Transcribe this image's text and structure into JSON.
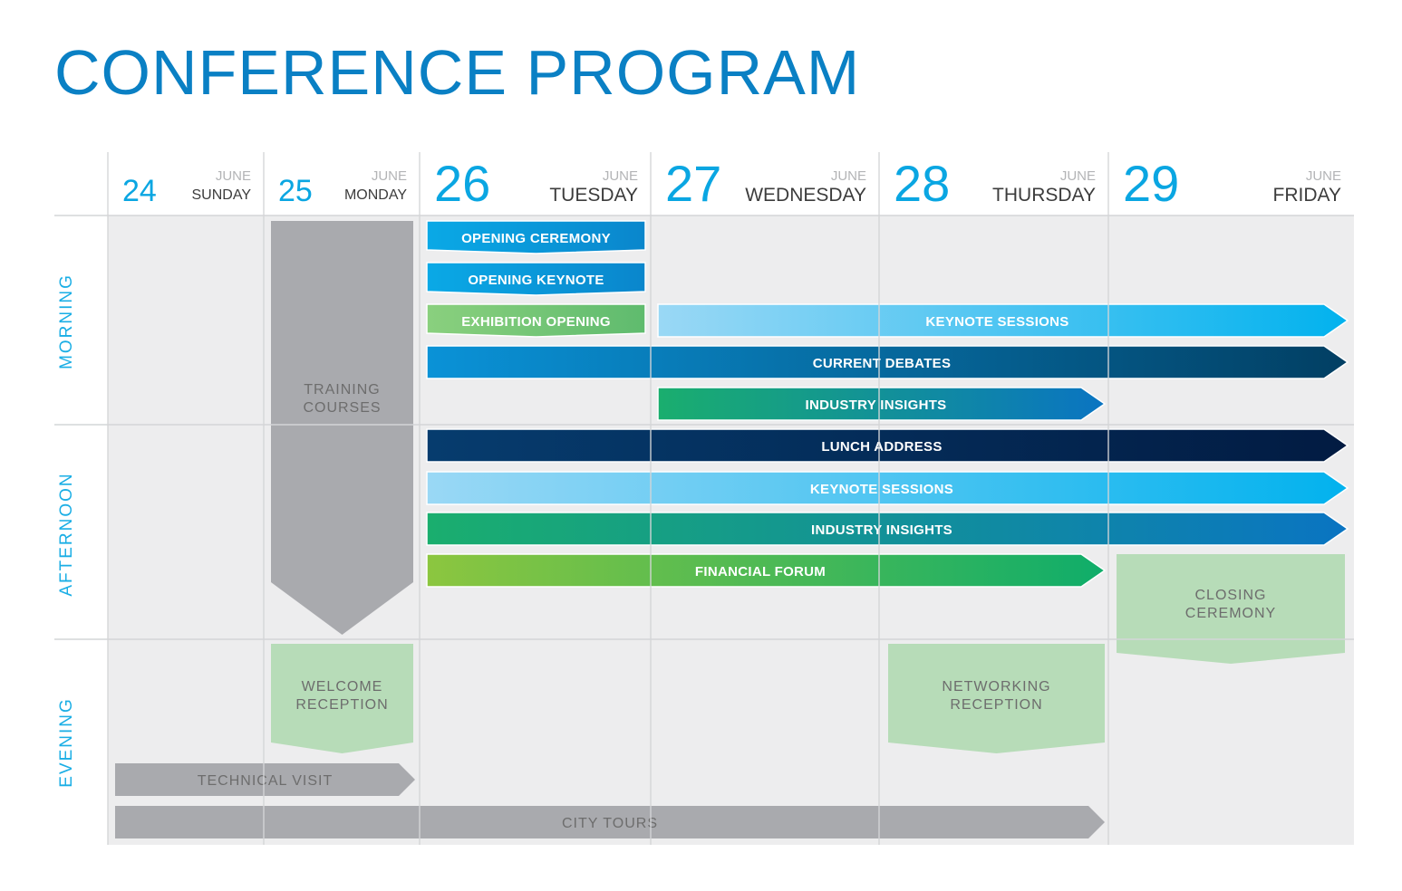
{
  "title": "CONFERENCE PROGRAM",
  "days": [
    {
      "num": "24",
      "month": "JUNE",
      "weekday": "SUNDAY"
    },
    {
      "num": "25",
      "month": "JUNE",
      "weekday": "MONDAY"
    },
    {
      "num": "26",
      "month": "JUNE",
      "weekday": "TUESDAY"
    },
    {
      "num": "27",
      "month": "JUNE",
      "weekday": "WEDNESDAY"
    },
    {
      "num": "28",
      "month": "JUNE",
      "weekday": "THURSDAY"
    },
    {
      "num": "29",
      "month": "JUNE",
      "weekday": "FRIDAY"
    }
  ],
  "periods": [
    "MORNING",
    "AFTERNOON",
    "EVENING"
  ],
  "events": [
    {
      "label": "OPENING CEREMONY",
      "period": "MORNING",
      "start_day": "26",
      "end_day": "26",
      "color_from": "#0aa9e6",
      "color_to": "#0a86cc"
    },
    {
      "label": "OPENING KEYNOTE",
      "period": "MORNING",
      "start_day": "26",
      "end_day": "26",
      "color_from": "#0aa9e6",
      "color_to": "#0a86cc"
    },
    {
      "label": "EXHIBITION OPENING",
      "period": "MORNING",
      "start_day": "26",
      "end_day": "26",
      "color_from": "#8ad07e",
      "color_to": "#5fbb6e"
    },
    {
      "label": "KEYNOTE SESSIONS",
      "period": "MORNING",
      "start_day": "27",
      "end_day": "29",
      "color_from": "#9ad8f5",
      "color_to": "#02b2ee"
    },
    {
      "label": "CURRENT DEBATES",
      "period": "MORNING",
      "start_day": "26",
      "end_day": "29",
      "color_from": "#0a92d7",
      "color_to": "#023f63"
    },
    {
      "label": "INDUSTRY INSIGHTS",
      "period": "MORNING",
      "start_day": "27",
      "end_day": "28",
      "color_from": "#1aae6e",
      "color_to": "#0a74c2"
    },
    {
      "label": "LUNCH ADDRESS",
      "period": "AFTERNOON",
      "start_day": "26",
      "end_day": "29",
      "color_from": "#063c6e",
      "color_to": "#021b42"
    },
    {
      "label": "KEYNOTE SESSIONS",
      "period": "AFTERNOON",
      "start_day": "26",
      "end_day": "29",
      "color_from": "#9ad8f5",
      "color_to": "#02b2ee"
    },
    {
      "label": "INDUSTRY INSIGHTS",
      "period": "AFTERNOON",
      "start_day": "26",
      "end_day": "29",
      "color_from": "#1aae6e",
      "color_to": "#0a74c2"
    },
    {
      "label": "FINANCIAL FORUM",
      "period": "AFTERNOON",
      "start_day": "26",
      "end_day": "28",
      "color_from": "#8cc63f",
      "color_to": "#0fad6a"
    }
  ],
  "soft_events": {
    "training": {
      "line1": "TRAINING",
      "line2": "COURSES",
      "day": "25",
      "color": "#a9aaae"
    },
    "welcome": {
      "line1": "WELCOME",
      "line2": "RECEPTION",
      "day": "25",
      "color": "#b7dcb8"
    },
    "networking": {
      "line1": "NETWORKING",
      "line2": "RECEPTION",
      "day": "28",
      "color": "#b7dcb8"
    },
    "closing": {
      "line1": "CLOSING",
      "line2": "CEREMONY",
      "day": "29",
      "color": "#b7dcb8"
    },
    "technical": {
      "label": "TECHNICAL VISIT",
      "start_day": "24",
      "end_day": "25",
      "color": "#a9aaae"
    },
    "city": {
      "label": "CITY TOURS",
      "start_day": "24",
      "end_day": "28",
      "color": "#a9aaae"
    }
  },
  "colors": {
    "accent": "#0a80c4",
    "day_number": "#0aa6e2",
    "period_label": "#1aaee5",
    "grid_background": "#ededee",
    "grid_line": "#d4d5d7",
    "muted_text": "#6d6d6d"
  }
}
